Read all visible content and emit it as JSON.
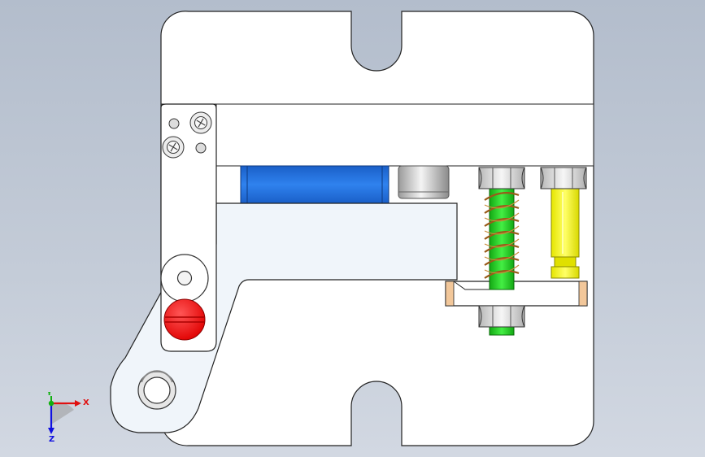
{
  "viewport": {
    "background_top": "#b3bdcc",
    "background_bottom": "#d2d8e2"
  },
  "model": {
    "part_fill": "#ffffff",
    "edge_color": "#222222",
    "pad_color": "#1f6fdc",
    "spring_rod_color": "#22dd22",
    "spring_coil_color": "#b06a20",
    "guide_pin_color": "#ffff22",
    "stop_screw_color": "#ff1111",
    "lever_tint": "#f0f5fa",
    "plate_tint": "#ffffff"
  },
  "triad": {
    "x_label": "X",
    "y_label": "Y",
    "z_label": "Z",
    "x_color": "#e01010",
    "y_color": "#10b010",
    "z_color": "#1010e0"
  }
}
